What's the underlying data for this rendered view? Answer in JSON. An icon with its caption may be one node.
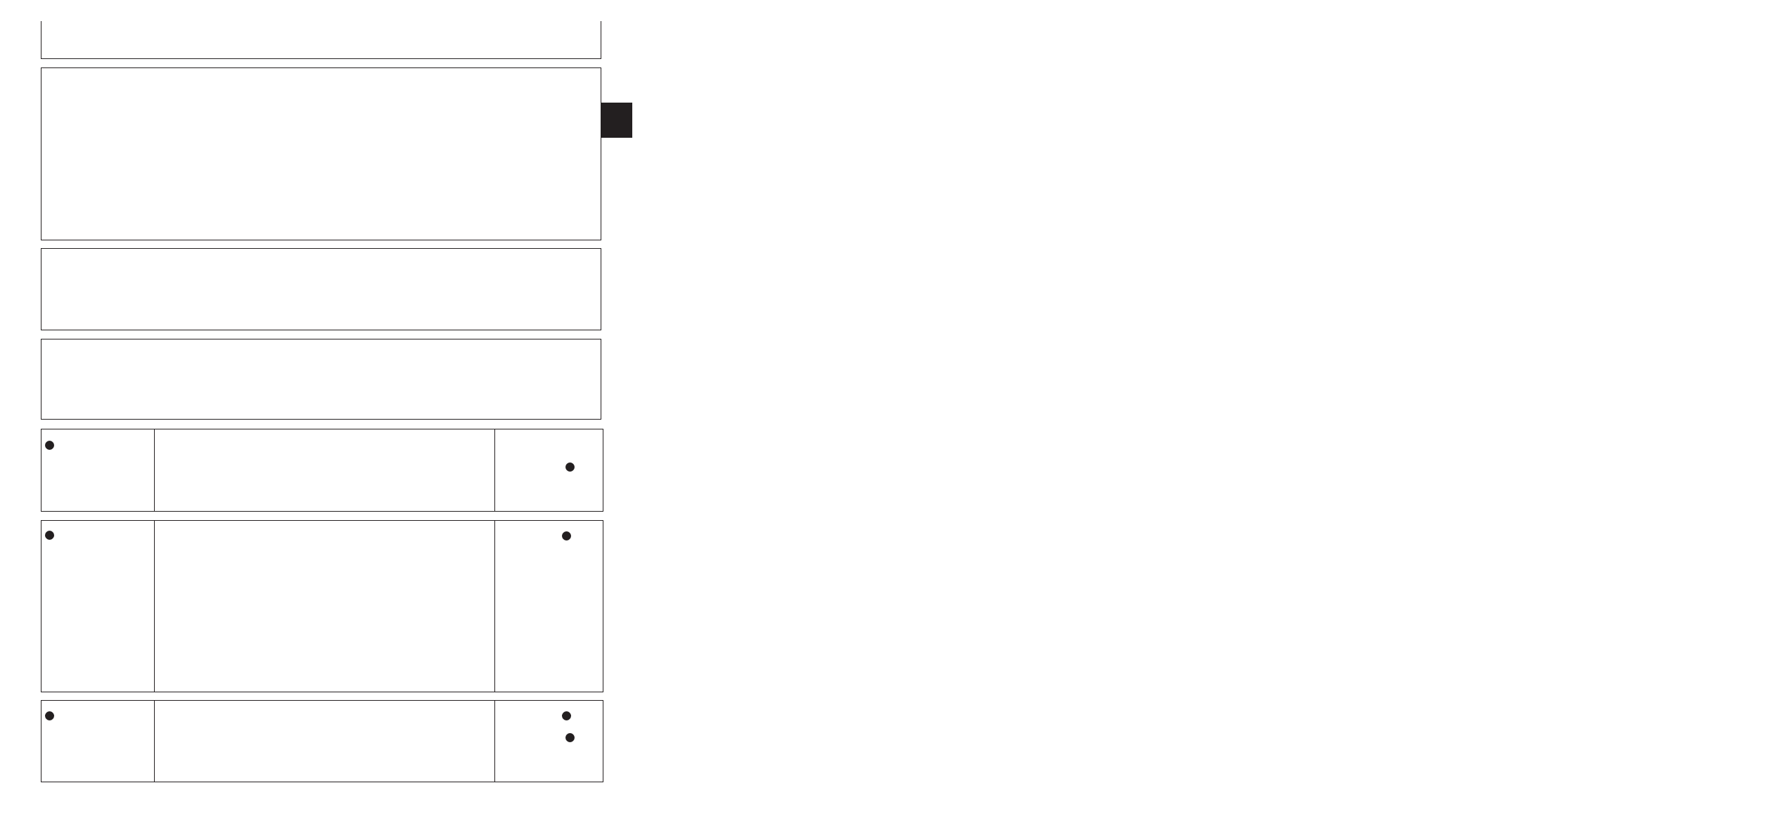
{
  "diagram": {
    "nodes": [
      {
        "text": [],
        "shape": "box"
      },
      {
        "text": [],
        "shape": "box"
      },
      {
        "text": [],
        "shape": "box"
      },
      {
        "text": [],
        "shape": "box"
      },
      {
        "text": [],
        "shape": "box"
      },
      {
        "text": [],
        "shape": "box",
        "in": 4
      },
      {
        "text": [],
        "shape": "box",
        "in": 4
      },
      {
        "text": [],
        "shape": "box",
        "in": 4
      },
      {
        "text": [],
        "shape": "box"
      },
      {
        "text": [],
        "shape": "box",
        "in": 8
      },
      {
        "text": [],
        "shape": "box",
        "in": 8
      },
      {
        "text": [],
        "shape": "box",
        "in": 8
      },
      {
        "text": [],
        "shape": "box"
      },
      {
        "text": [],
        "shape": "box",
        "in": 12
      },
      {
        "text": [],
        "shape": "box",
        "in": 12
      },
      {
        "text": [],
        "shape": "box",
        "in": 12
      }
    ]
  }
}
